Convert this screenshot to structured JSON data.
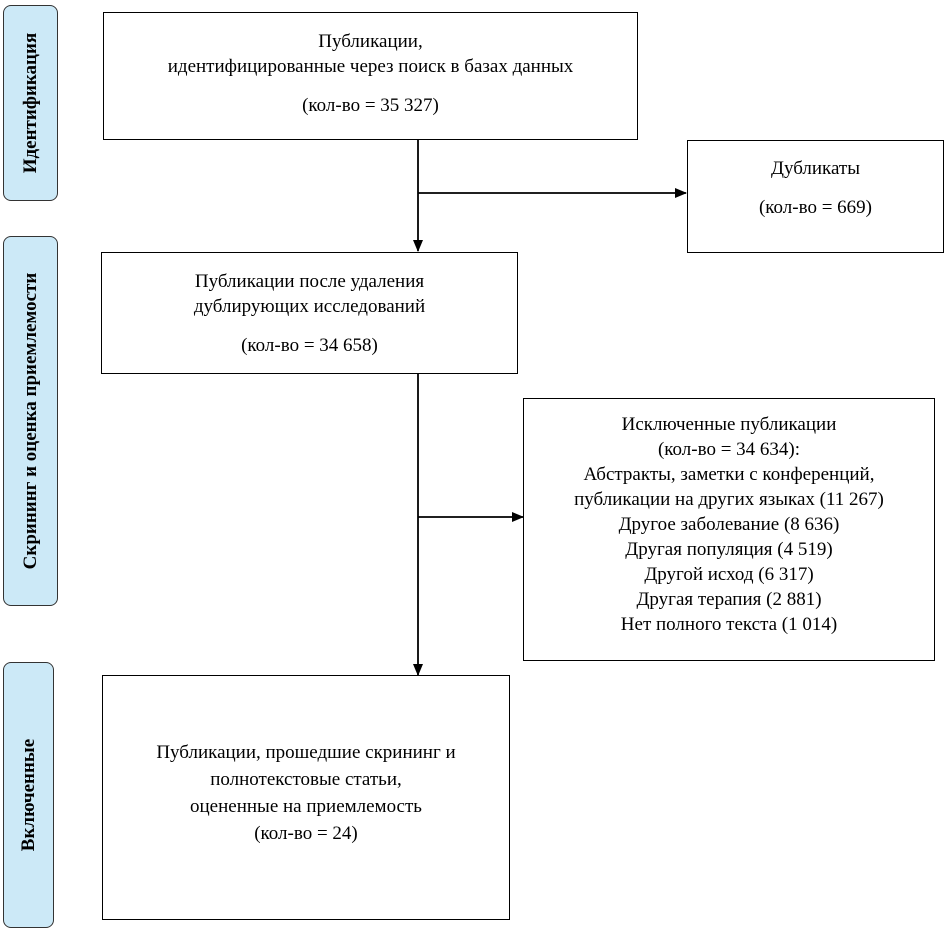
{
  "colors": {
    "phase_fill": "#cce9f7",
    "phase_border": "#333333",
    "box_border": "#000000",
    "arrow": "#000000"
  },
  "phases": {
    "identification": "Идентификация",
    "screening": "Скрининг и оценка приемлемости",
    "included": "Включенные"
  },
  "boxes": {
    "identified": {
      "line1": "Публикации,",
      "line2": "идентифицированные через поиск в базах данных",
      "count": "(кол-во = 35 327)"
    },
    "duplicates": {
      "title": "Дубликаты",
      "count": "(кол-во = 669)"
    },
    "after_dedup": {
      "line1": "Публикации после удаления",
      "line2": "дублирующих исследований",
      "count": "(кол-во = 34 658)"
    },
    "excluded": {
      "title": "Исключенные публикации",
      "count": "(кол-во = 34 634):",
      "reasons": [
        "Абстракты, заметки с конференций,",
        "публикации на других языках (11 267)",
        "Другое заболевание (8 636)",
        "Другая популяция (4 519)",
        "Другой исход (6 317)",
        "Другая терапия (2 881)",
        "Нет полного текста (1 014)"
      ]
    },
    "included": {
      "line1": "Публикации, прошедшие скрининг и",
      "line2": "полнотекстовые статьи,",
      "line3": "оцененные на приемлемость",
      "count": "(кол-во = 24)"
    }
  }
}
